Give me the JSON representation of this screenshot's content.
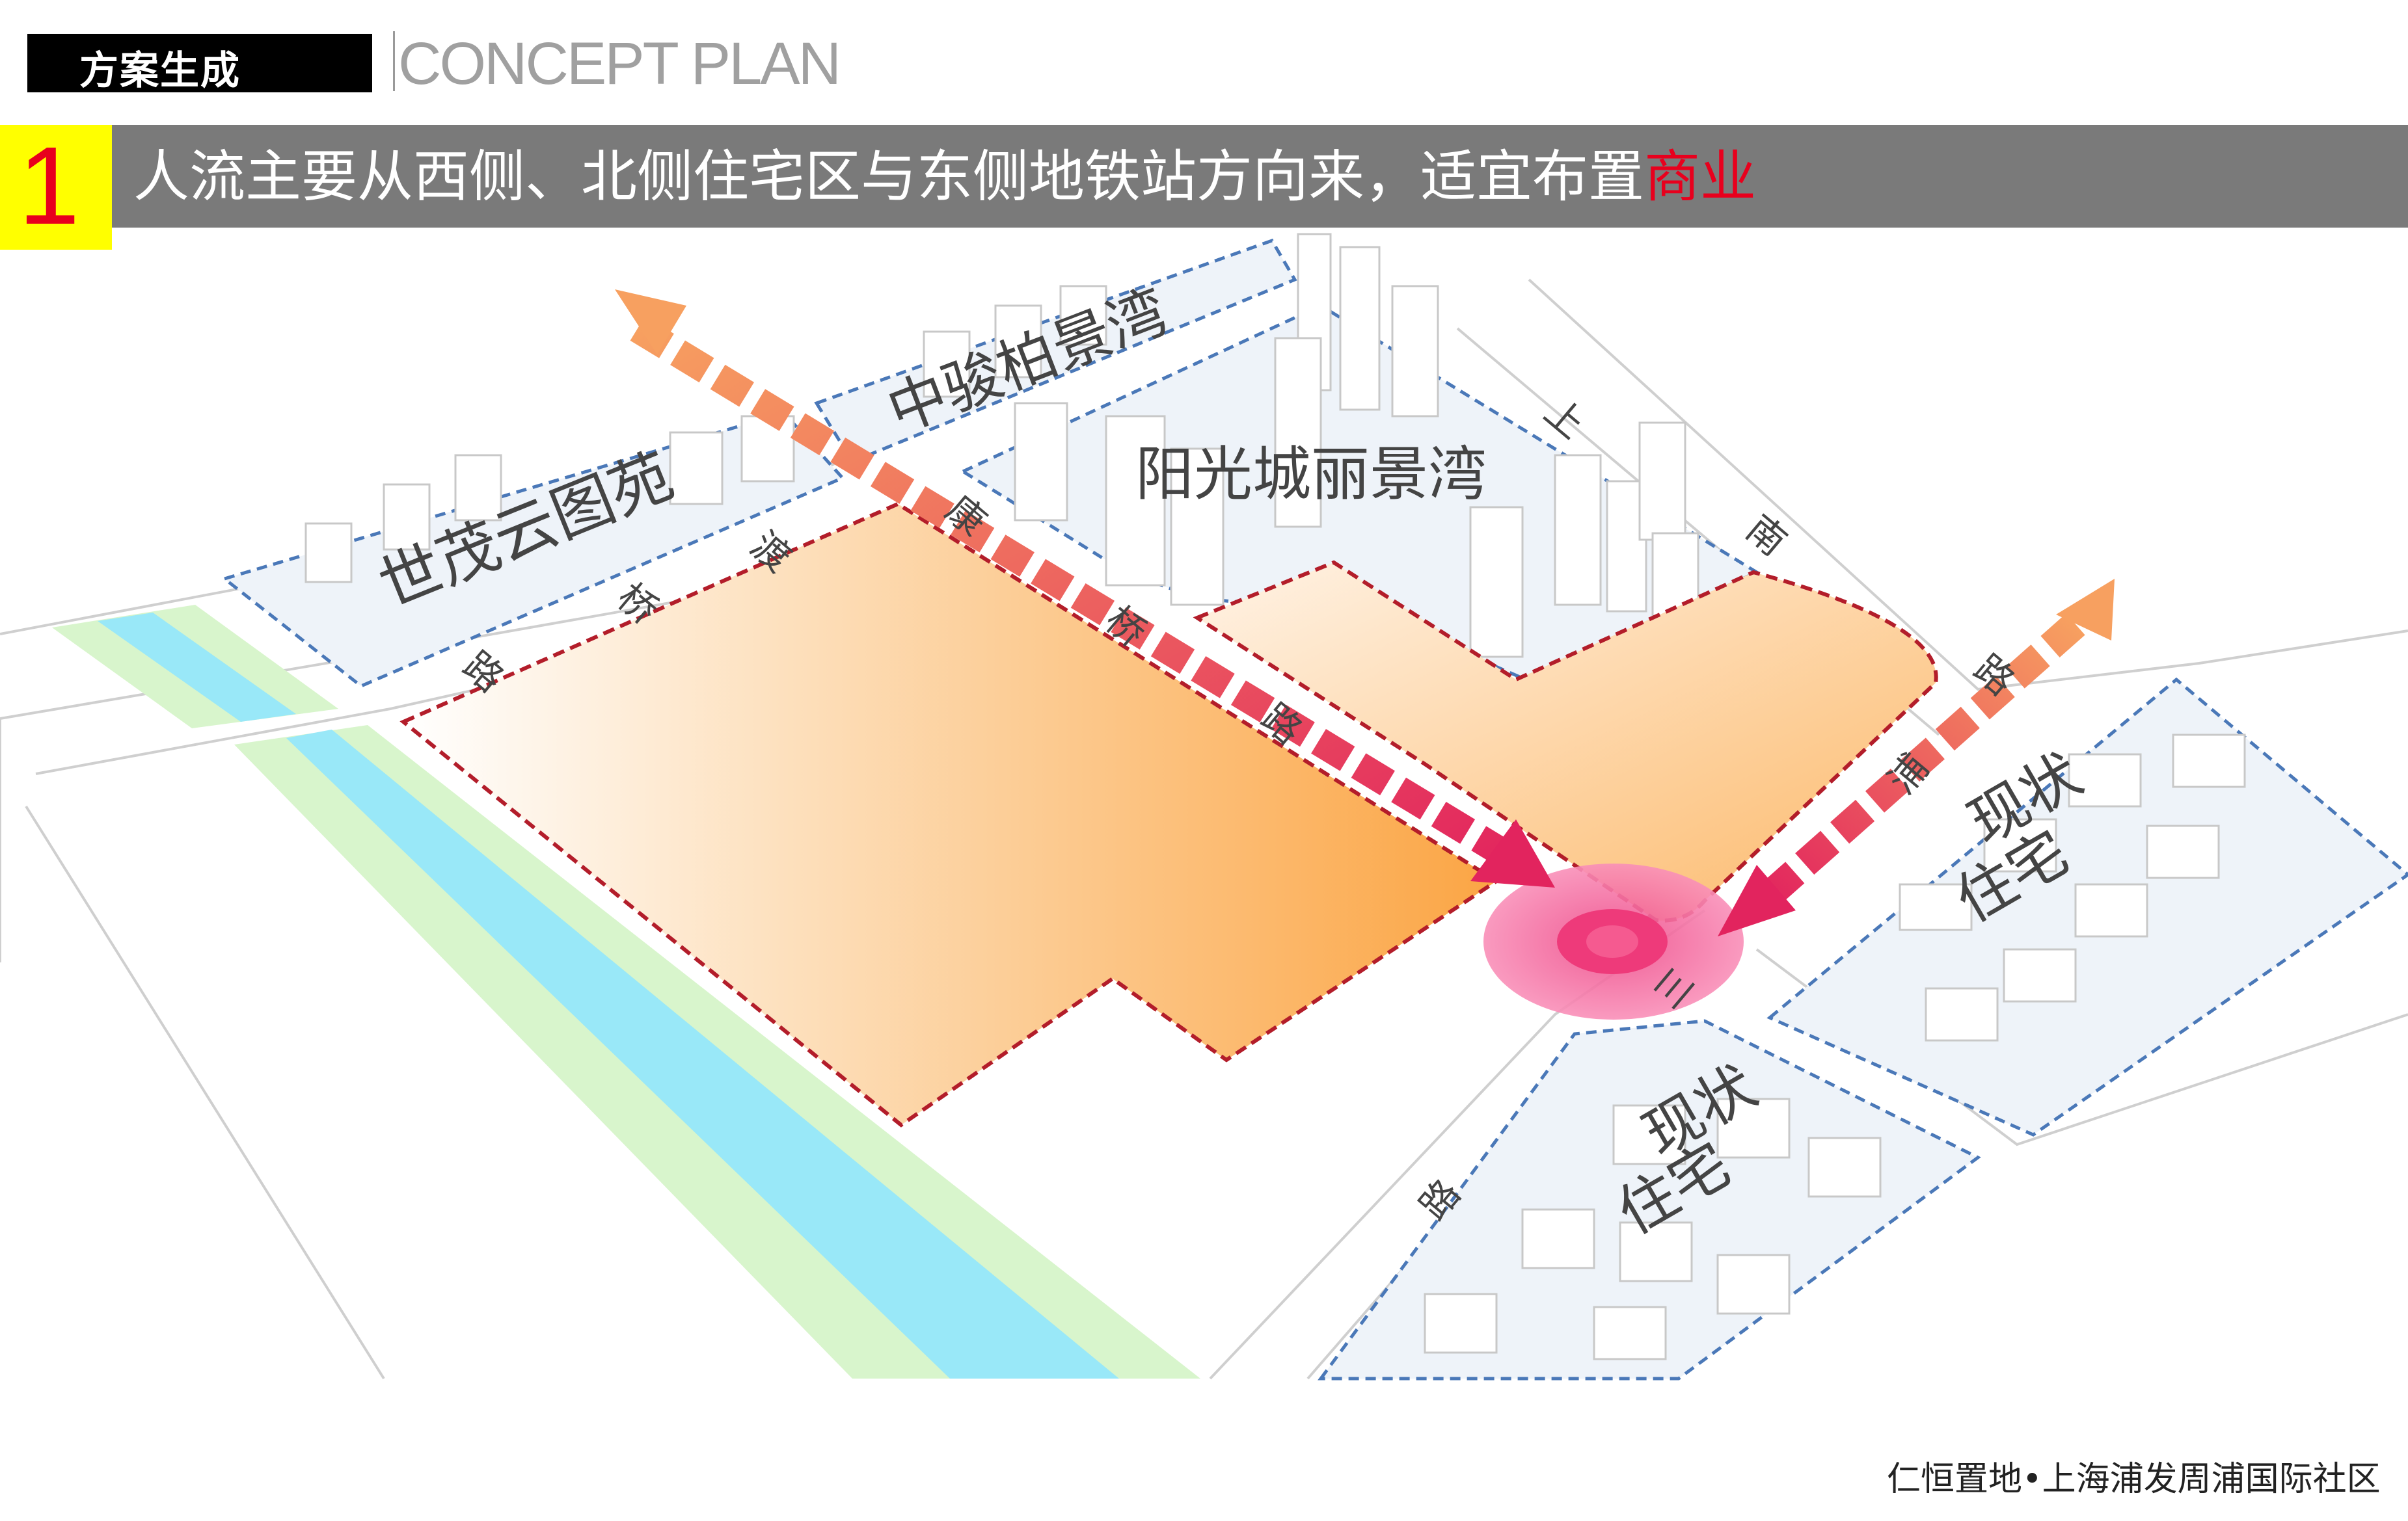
{
  "header": {
    "section_label": "方案生成",
    "section_title_en": "CONCEPT PLAN"
  },
  "banner": {
    "number": "1",
    "text_main": "人流主要从西侧、北侧住宅区与东侧地铁站方向来，适宜布置",
    "text_highlight": "商业"
  },
  "diagram": {
    "areas": [
      {
        "name": "世茂云图苑"
      },
      {
        "name": "中骏柏景湾"
      },
      {
        "name": "阳光城丽景湾"
      },
      {
        "name": "现状住宅 (east)",
        "label_line1": "现状",
        "label_line2": "住宅"
      },
      {
        "name": "现状住宅 (south)",
        "label_line1": "现状",
        "label_line2": "住宅"
      }
    ],
    "roads": {
      "dutiqiao": [
        "渡",
        "桥",
        "路"
      ],
      "kangqiao": [
        "康",
        "桥",
        "路"
      ],
      "shangnanlu": [
        "上",
        "南",
        "路"
      ],
      "pusan": [
        "浦",
        "三",
        "路"
      ]
    }
  },
  "footer": {
    "text": "仁恒置地•上海浦发周浦国际社区"
  },
  "colors": {
    "banner_gray": "#7a7a7a",
    "badge_yellow": "#ffff00",
    "highlight_red": "#e8001d",
    "river": "#99e8f8",
    "green_belt": "#d8f5cc",
    "site_orange": "#fba94a",
    "residential_fill": "#eef3f9",
    "residential_border": "#4a78b8",
    "site_border": "#b31d2a",
    "flow_arrow": "#e23b6a",
    "node_pink": "#f25c96"
  }
}
